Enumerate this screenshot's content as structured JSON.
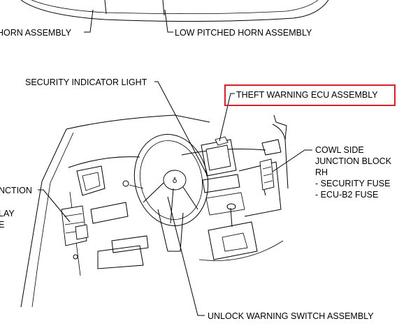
{
  "highlight_color": "#d0232a",
  "labels": {
    "horn_left": "HORN ASSEMBLY",
    "horn_low": "LOW PITCHED HORN ASSEMBLY",
    "security_light": "SECURITY INDICATOR LIGHT",
    "theft_ecu": "THEFT WARNING ECU ASSEMBLY",
    "cowl_1": "COWL SIDE",
    "cowl_2": "JUNCTION BLOCK",
    "cowl_3": "RH",
    "cowl_4": "- SECURITY FUSE",
    "cowl_5": "- ECU-B2 FUSE",
    "junction_left": "NCTION",
    "relay_left": "LAY",
    "e_left": "E",
    "unlock_switch": "UNLOCK WARNING SWITCH ASSEMBLY"
  }
}
